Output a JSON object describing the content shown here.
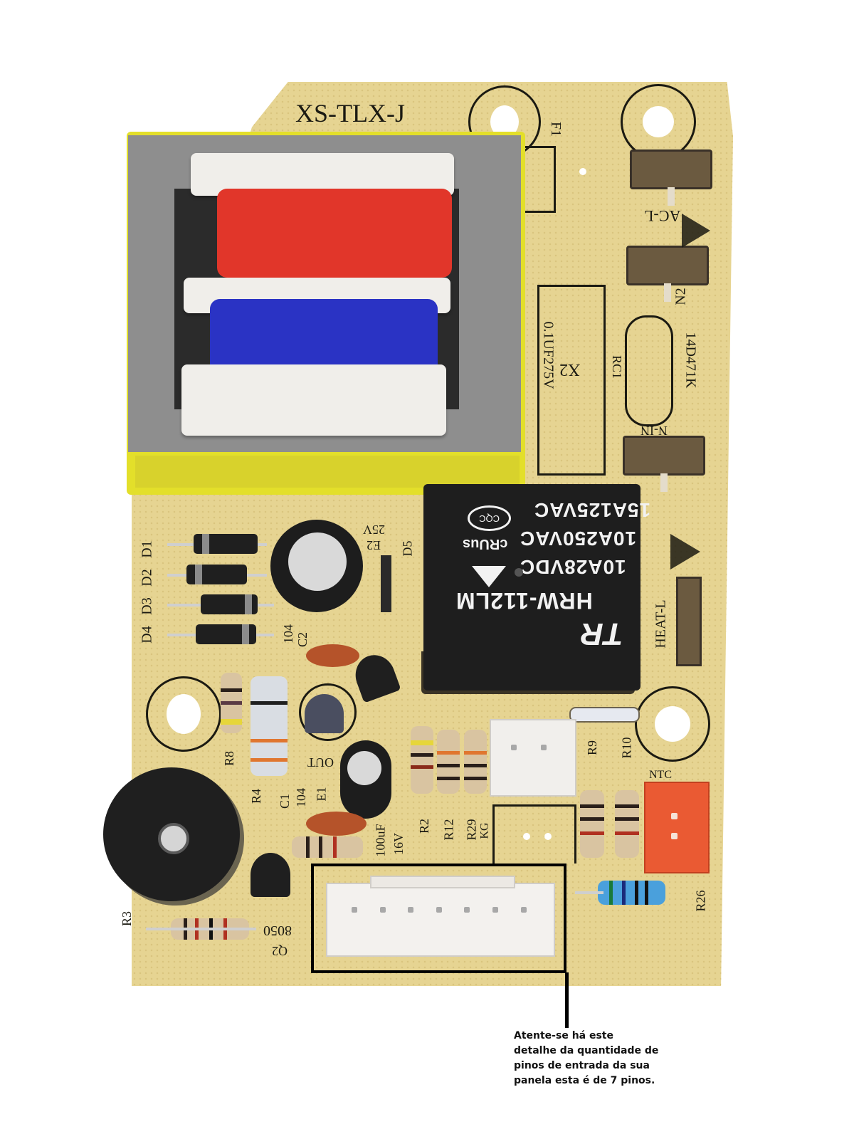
{
  "image": {
    "subject": "printed circuit board",
    "background": "#ffffff",
    "board_color": "#e6d492"
  },
  "board": {
    "model_label": "XS-TLX-J",
    "fuse_label": "F1",
    "terminals": {
      "ac_l": "AC-L",
      "n2": "N2",
      "n_in": "N-IN",
      "heat_l": "HEAT-L"
    },
    "x2_capacitor": {
      "ref": "X2",
      "value": "0.1UF275V"
    },
    "varistor": {
      "ref": "RC1",
      "value": "14D471K"
    },
    "diodes": [
      "D1",
      "D2",
      "D3",
      "D4"
    ],
    "diode_d5": "D5",
    "capacitors": {
      "e2_rating": "25V",
      "e2_ref": "E2",
      "c2_ref": "C2",
      "c2_value": "104",
      "c1_ref": "C1",
      "c1_value": "104",
      "e1_ref": "E1",
      "e1_value": "100uF",
      "e1_voltage": "16V"
    },
    "resistors": [
      "R8",
      "R4",
      "R2",
      "R12",
      "R29",
      "R9",
      "R10",
      "R26",
      "R3"
    ],
    "transistor_label": "8050",
    "transistor_ref": "Q2",
    "regulator_label": "OUT",
    "ntc_label": "NTC",
    "led_connector_label": "KG",
    "relay": {
      "brand": "TR",
      "model": "HRW-112LM",
      "rating_1": "10A28VDC",
      "rating_2": "10A250VAC",
      "rating_3": "15A125VAC",
      "cert_1": "CQC",
      "cert_2": "cRUus"
    },
    "connector": {
      "pin_count": 7,
      "color": "#f1efec"
    }
  },
  "annotation": {
    "box_color": "#000000",
    "lines": [
      "Atente-se há este",
      "detalhe da quantidade de",
      "pinos de entrada da sua",
      "panela esta é de 7 pinos."
    ]
  }
}
